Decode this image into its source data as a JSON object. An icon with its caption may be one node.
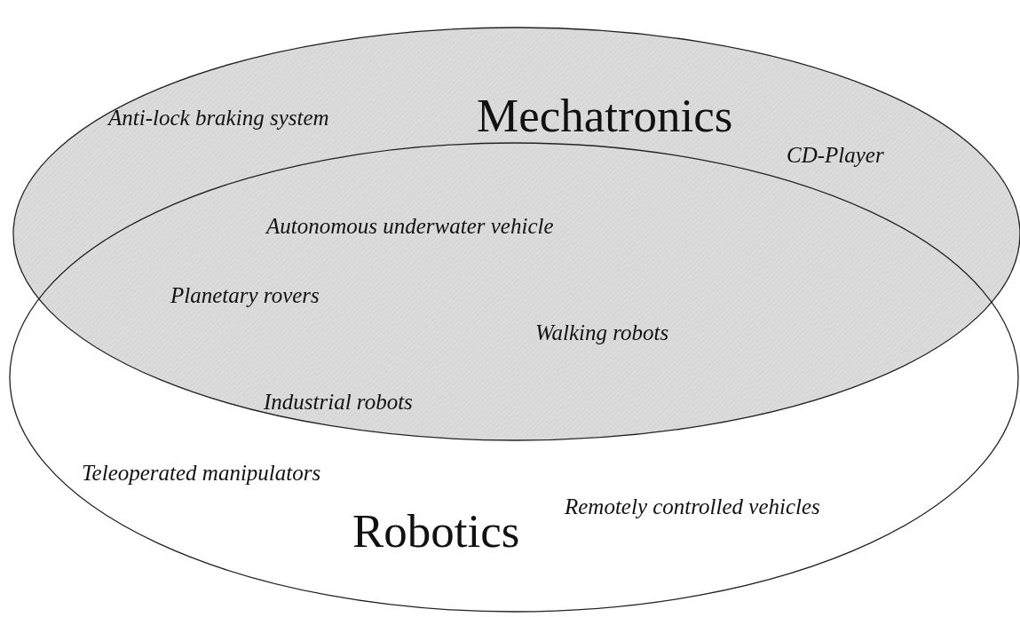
{
  "diagram": {
    "nodes": [
      {
        "text": [
          "Mechatronics"
        ]
      },
      {
        "text": [
          "Robotics"
        ]
      }
    ],
    "labels": [
      "Anti-lock braking system",
      "CD-Player",
      "Autonomous underwater vehicle",
      "Planetary rovers",
      "Walking robots",
      "Industrial robots",
      "Teleoperated manipulators",
      "Remotely controlled vehicles"
    ]
  }
}
